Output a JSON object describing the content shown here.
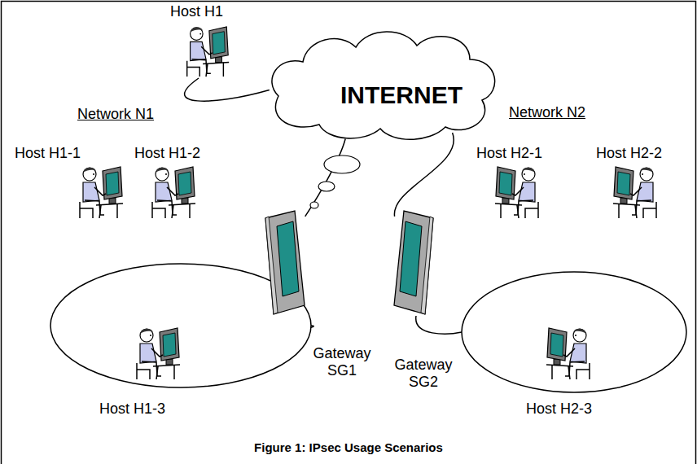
{
  "diagram": {
    "caption": "Figure 1: IPsec Usage Scenarios",
    "nodes": [
      {
        "text": [
          "Host H1"
        ]
      },
      {
        "text": [
          "INTERNET"
        ]
      },
      {
        "text": [
          "Network N1"
        ]
      },
      {
        "text": [
          "Host H1-1"
        ],
        "in": 2
      },
      {
        "text": [
          "Host H1-2"
        ],
        "in": 2
      },
      {
        "text": [
          "Host H1-3"
        ],
        "in": 2
      },
      {
        "text": [
          "Gateway SG1"
        ]
      },
      {
        "text": [
          "Gateway SG2"
        ]
      },
      {
        "text": [
          "Network N2"
        ]
      },
      {
        "text": [
          "Host H2-1"
        ],
        "in": 8
      },
      {
        "text": [
          "Host H2-2"
        ],
        "in": 8
      },
      {
        "text": [
          "Host H2-3"
        ],
        "in": 8
      }
    ],
    "edges": [
      {
        "from": 0,
        "to": 1,
        "arrow": "none"
      },
      {
        "from": 6,
        "to": 1,
        "arrow": "none"
      },
      {
        "from": 7,
        "to": 1,
        "arrow": "none"
      },
      {
        "from": 6,
        "to": 2,
        "arrow": "none"
      },
      {
        "from": 7,
        "to": 8,
        "arrow": "none"
      }
    ]
  }
}
